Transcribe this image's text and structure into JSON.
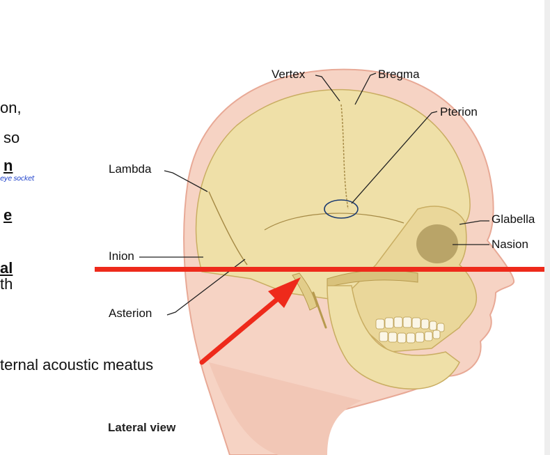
{
  "slide_fragments": {
    "line1": "on,",
    "line2": "so",
    "line3": "n",
    "line4": "e",
    "line5": "al",
    "line6": "th"
  },
  "handwriting": "eye socket",
  "diagram": {
    "labels": {
      "vertex": "Vertex",
      "bregma": "Bregma",
      "pterion": "Pterion",
      "lambda": "Lambda",
      "glabella": "Glabella",
      "nasion": "Nasion",
      "inion": "Inion",
      "asterion": "Asterion"
    },
    "caption": "Lateral view"
  },
  "annotation": {
    "arrow_label": "ternal acoustic meatus",
    "color": "#ee2a1b"
  },
  "colors": {
    "bone": "#efe0a8",
    "bone_shade": "#d9c27c",
    "skin": "#f6d3c4",
    "skin_outline": "#e8a996",
    "annotation": "#ee2a1b"
  }
}
